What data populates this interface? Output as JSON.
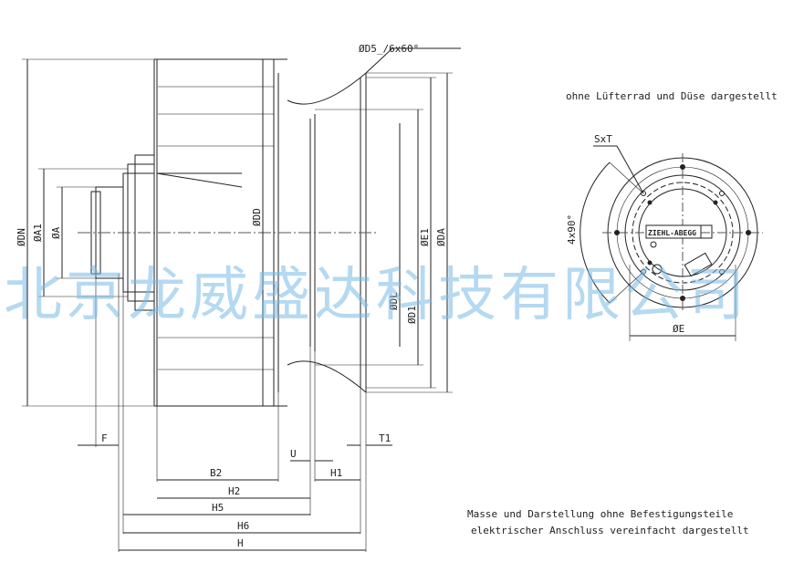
{
  "labels": {
    "d5": "ØD5_/6x60°",
    "dn": "ØDN",
    "a1": "ØA1",
    "a": "ØA",
    "dd": "ØDD",
    "dl": "ØDL",
    "d1": "ØD1",
    "e1": "ØE1",
    "da": "ØDA",
    "f": "F",
    "u": "U",
    "t1": "T1",
    "b2": "B2",
    "h1": "H1",
    "h2": "H2",
    "h5": "H5",
    "h6": "H6",
    "h": "H",
    "sxt": "SxT",
    "angle": "4x90°",
    "e": "ØE",
    "logo": "ZIEHL-ABEGG"
  },
  "notes": {
    "view_caption": "ohne Lüfterrad und Düse dargestellt",
    "line1": "Masse und Darstellung ohne Befestigungsteile",
    "line2": "elektrischer Anschluss vereinfacht dargestellt"
  },
  "watermark": "北京龙威盛达科技有限公司"
}
